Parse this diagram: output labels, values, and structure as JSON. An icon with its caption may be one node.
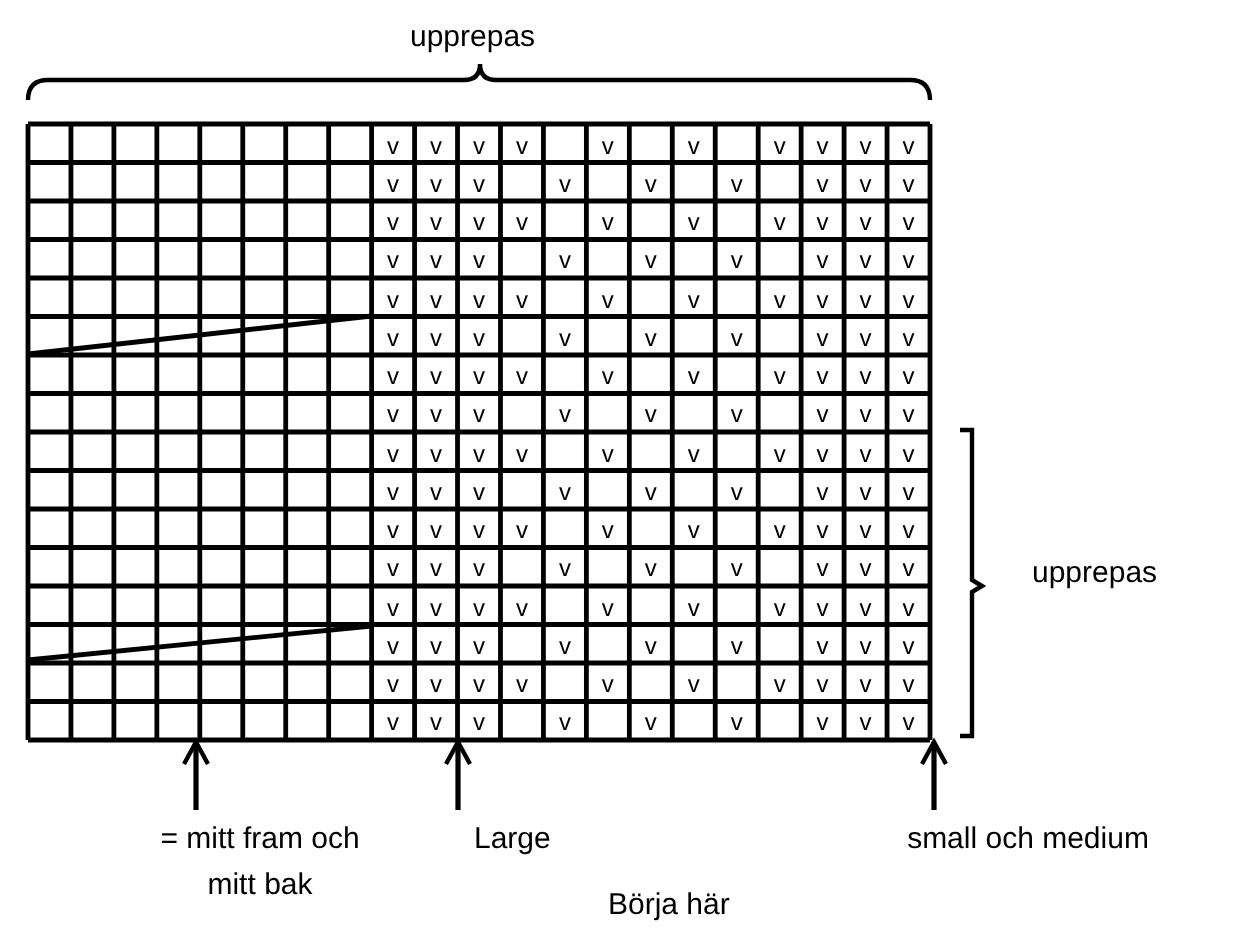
{
  "diagram": {
    "nodes": [
      {
        "text": [
          "= mitt fram och mitt bak"
        ]
      },
      {
        "text": [
          "Large"
        ]
      },
      {
        "text": [
          "small och medium"
        ]
      },
      {
        "text": [],
        "shape": "box"
      }
    ],
    "edges": [
      {
        "from": 0,
        "to": 3,
        "arrow": "to"
      },
      {
        "from": 1,
        "to": 3,
        "arrow": "to"
      },
      {
        "from": 2,
        "to": 3,
        "arrow": "to"
      }
    ],
    "labels": [
      "upprepas",
      "v",
      "v",
      "v",
      "v",
      "v",
      "v",
      "v",
      "v",
      "v",
      "v",
      "v",
      "v",
      "v",
      "v",
      "v",
      "v",
      "v",
      "v",
      "v",
      "v",
      "v",
      "v",
      "v",
      "v",
      "v",
      "v",
      "v",
      "v",
      "v",
      "v",
      "v",
      "v",
      "v",
      "v",
      "v",
      "v",
      "v",
      "v",
      "v",
      "v",
      "v",
      "v",
      "v",
      "v",
      "v",
      "v",
      "v",
      "v",
      "v",
      "v",
      "v",
      "v",
      "v",
      "v",
      "v",
      "v",
      "v",
      "v",
      "v",
      "v",
      "v",
      "v",
      "v",
      "v",
      "v",
      "v",
      "v",
      "v",
      "v",
      "v",
      "v",
      "v",
      "v",
      "v",
      "v",
      "v",
      "v",
      "v",
      "v",
      "v",
      "v",
      "v",
      "v",
      "v",
      "v",
      "v",
      "v",
      "v",
      "v",
      "v",
      "v",
      "v",
      "v",
      "v",
      "v",
      "v",
      "v",
      "v",
      "v",
      "v",
      "v",
      "v",
      "v",
      "v",
      "v",
      "v",
      "v",
      "v",
      "v",
      "v",
      "v",
      "v",
      "v",
      "v",
      "v",
      "v",
      "v",
      "v",
      "v",
      "v",
      "v",
      "v",
      "v",
      "v",
      "v",
      "v",
      "v",
      "v",
      "v",
      "v",
      "v",
      "v",
      "v",
      "v",
      "v",
      "v",
      "v",
      "v",
      "v",
      "v",
      "v",
      "v",
      "v",
      "v",
      "v",
      "v",
      "v",
      "v",
      "v",
      "v",
      "v",
      "v",
      "upprepas",
      "Börja här"
    ]
  }
}
